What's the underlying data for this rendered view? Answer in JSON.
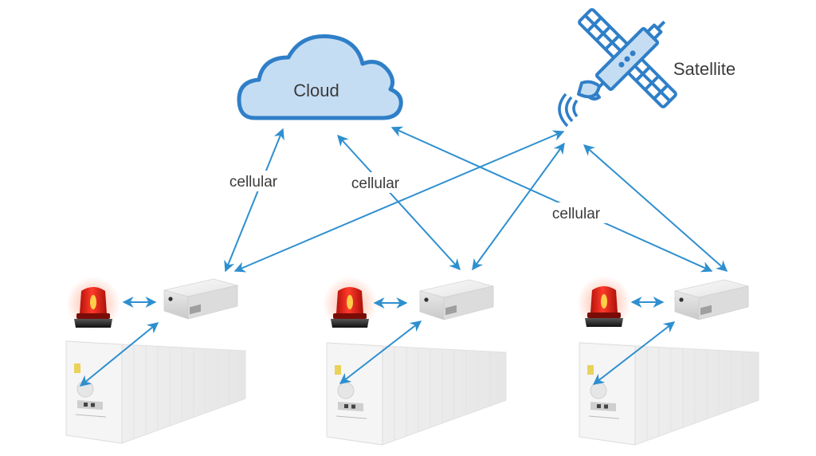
{
  "title": "Refrigerated container monitoring connectivity diagram",
  "colors": {
    "arrow": "#2e8fcf",
    "icon_stroke": "#2f7fc8",
    "icon_fill": "#c5ddf3",
    "text": "#3a3a3a",
    "beacon": "#e8231a",
    "background": "#ffffff"
  },
  "nodes": {
    "cloud": {
      "label": "Cloud",
      "icon": "cloud-icon"
    },
    "satellite": {
      "label": "Satellite",
      "icon": "satellite-icon"
    }
  },
  "link_labels": [
    "cellular",
    "cellular",
    "cellular"
  ],
  "units": [
    {
      "name": "unit-1",
      "alarm_icon": "alarm-beacon-icon",
      "device_icon": "telematics-device-icon",
      "container_icon": "reefer-container-icon"
    },
    {
      "name": "unit-2",
      "alarm_icon": "alarm-beacon-icon",
      "device_icon": "telematics-device-icon",
      "container_icon": "reefer-container-icon"
    },
    {
      "name": "unit-3",
      "alarm_icon": "alarm-beacon-icon",
      "device_icon": "telematics-device-icon",
      "container_icon": "reefer-container-icon"
    }
  ],
  "connections": [
    {
      "from": "unit-1-device",
      "to": "cloud",
      "type": "cellular",
      "bidirectional": true
    },
    {
      "from": "unit-1-device",
      "to": "satellite",
      "type": "satellite",
      "bidirectional": true
    },
    {
      "from": "unit-2-device",
      "to": "cloud",
      "type": "cellular",
      "bidirectional": true
    },
    {
      "from": "unit-2-device",
      "to": "satellite",
      "type": "satellite",
      "bidirectional": true
    },
    {
      "from": "unit-3-device",
      "to": "cloud",
      "type": "cellular",
      "bidirectional": true
    },
    {
      "from": "unit-3-device",
      "to": "satellite",
      "type": "satellite",
      "bidirectional": true
    },
    {
      "from": "alarm",
      "to": "device",
      "type": "local",
      "bidirectional": true
    },
    {
      "from": "container",
      "to": "device",
      "type": "local",
      "bidirectional": true
    }
  ]
}
